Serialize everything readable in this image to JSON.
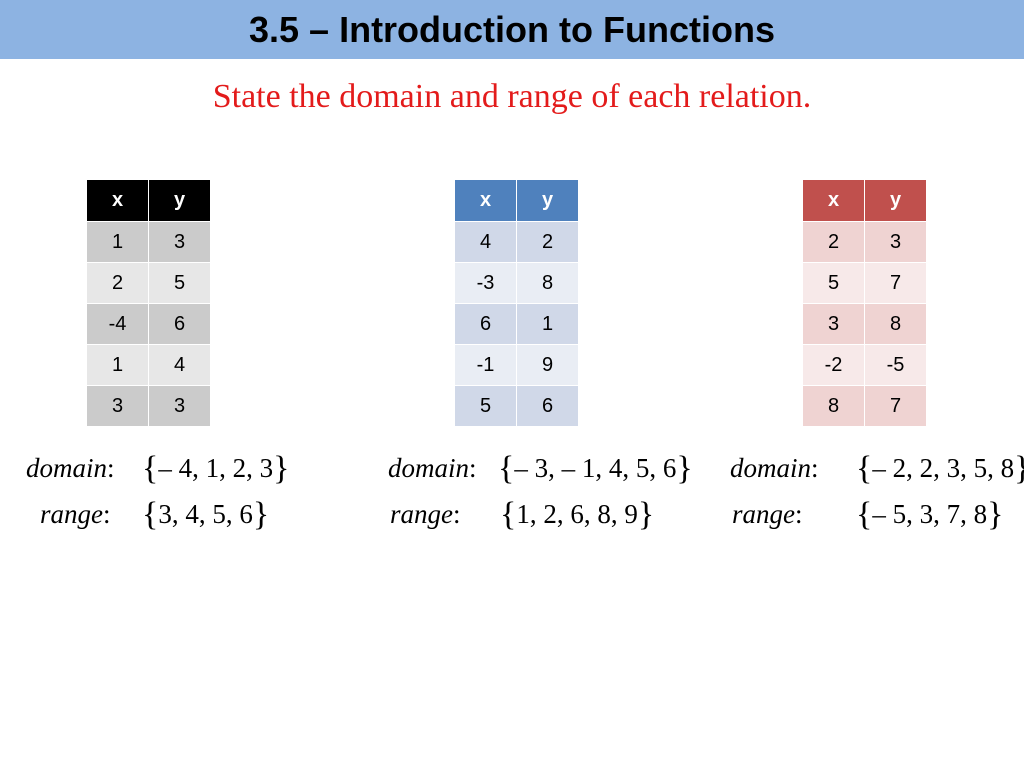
{
  "header": {
    "title": "3.5 – Introduction to Functions"
  },
  "instruction": "State the domain and range of each relation.",
  "relations": [
    {
      "columns": [
        "x",
        "y"
      ],
      "rows": [
        [
          "1",
          "3"
        ],
        [
          "2",
          "5"
        ],
        [
          "-4",
          "6"
        ],
        [
          "1",
          "4"
        ],
        [
          "3",
          "3"
        ]
      ],
      "domain_label": "domain",
      "range_label": "range",
      "domain_set": "– 4, 1, 2, 3",
      "range_set": "3, 4, 5, 6"
    },
    {
      "columns": [
        "x",
        "y"
      ],
      "rows": [
        [
          "4",
          "2"
        ],
        [
          "-3",
          "8"
        ],
        [
          "6",
          "1"
        ],
        [
          "-1",
          "9"
        ],
        [
          "5",
          "6"
        ]
      ],
      "domain_label": "domain",
      "range_label": "range",
      "domain_set": "– 3, – 1, 4, 5, 6",
      "range_set": "1, 2, 6, 8, 9"
    },
    {
      "columns": [
        "x",
        "y"
      ],
      "rows": [
        [
          "2",
          "3"
        ],
        [
          "5",
          "7"
        ],
        [
          "3",
          "8"
        ],
        [
          "-2",
          "-5"
        ],
        [
          "8",
          "7"
        ]
      ],
      "domain_label": "domain",
      "range_label": "range",
      "domain_set": "– 2, 2, 3, 5, 8",
      "range_set": "– 5, 3, 7, 8"
    }
  ],
  "colors": {
    "header_bar": "#8db3e2",
    "instruction_text": "#e31b1b",
    "table1_header": "#000000",
    "table2_header": "#4f81bd",
    "table3_header": "#c0504d"
  }
}
